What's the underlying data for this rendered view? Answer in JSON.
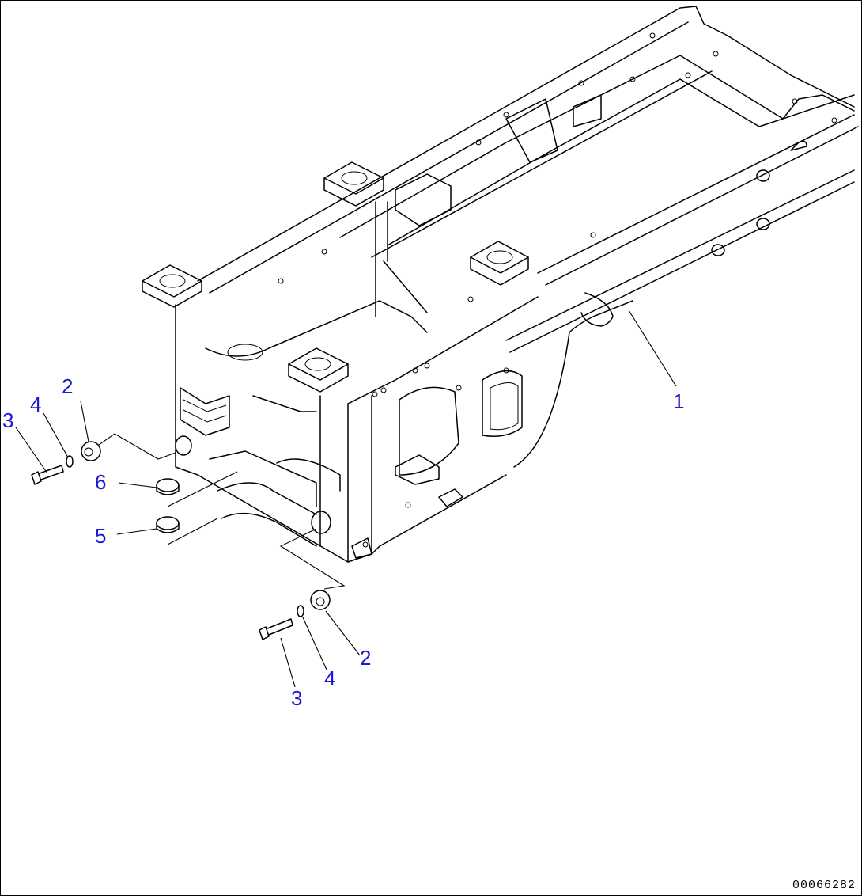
{
  "callouts": {
    "frame_1": "1",
    "spacer_2a": "2",
    "bolt_3a": "3",
    "washer_4a": "4",
    "spacer_2b": "2",
    "bolt_3b": "3",
    "washer_4b": "4",
    "bushing_5": "5",
    "bushing_6": "6"
  },
  "drawing_number": "00066282",
  "colors": {
    "callout": "#1a1ad6",
    "line": "#000000",
    "background": "#ffffff"
  }
}
